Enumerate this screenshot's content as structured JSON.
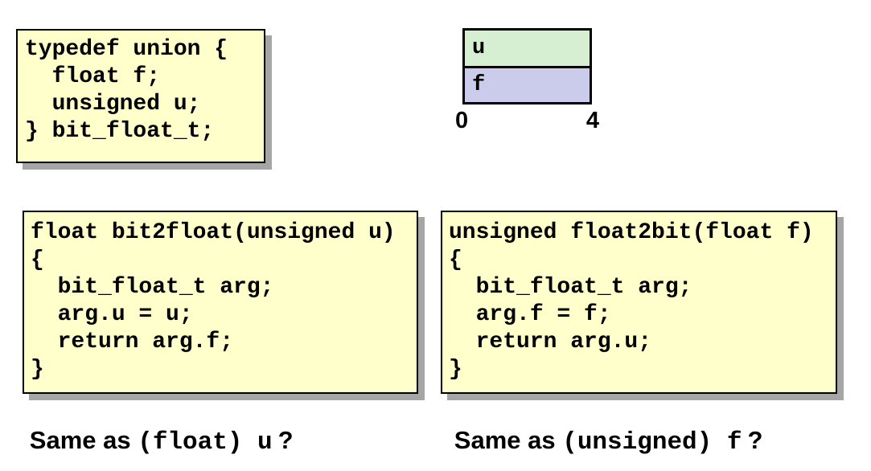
{
  "colors": {
    "page_bg": "#FFFFFF",
    "code_box_bg": "#FFFFCC",
    "box_border": "#000000",
    "drop_shadow": "#A6A6A6",
    "union_u_fill": "#D6EED2",
    "union_f_fill": "#CBCBEC",
    "text": "#000000"
  },
  "typedef_box": {
    "lines": [
      "typedef union {",
      "  float f;",
      "  unsigned u;",
      "} bit_float_t;"
    ]
  },
  "memory_diagram": {
    "cells": [
      {
        "label": "u",
        "fill": "#D6EED2"
      },
      {
        "label": "f",
        "fill": "#CBCBEC"
      }
    ],
    "axis_start": "0",
    "axis_end": "4"
  },
  "bit2float_box": {
    "lines": [
      "float bit2float(unsigned u)",
      "{",
      "  bit_float_t arg;",
      "  arg.u = u;",
      "  return arg.f;",
      "}"
    ]
  },
  "float2bit_box": {
    "lines": [
      "unsigned float2bit(float f)",
      "{",
      "  bit_float_t arg;",
      "  arg.f = f;",
      "  return arg.u;",
      "}"
    ]
  },
  "captions": {
    "left": {
      "prefix": "Same as ",
      "code": "(float) u",
      "suffix": "?"
    },
    "right": {
      "prefix": "Same as ",
      "code": "(unsigned) f",
      "suffix": "?"
    }
  }
}
